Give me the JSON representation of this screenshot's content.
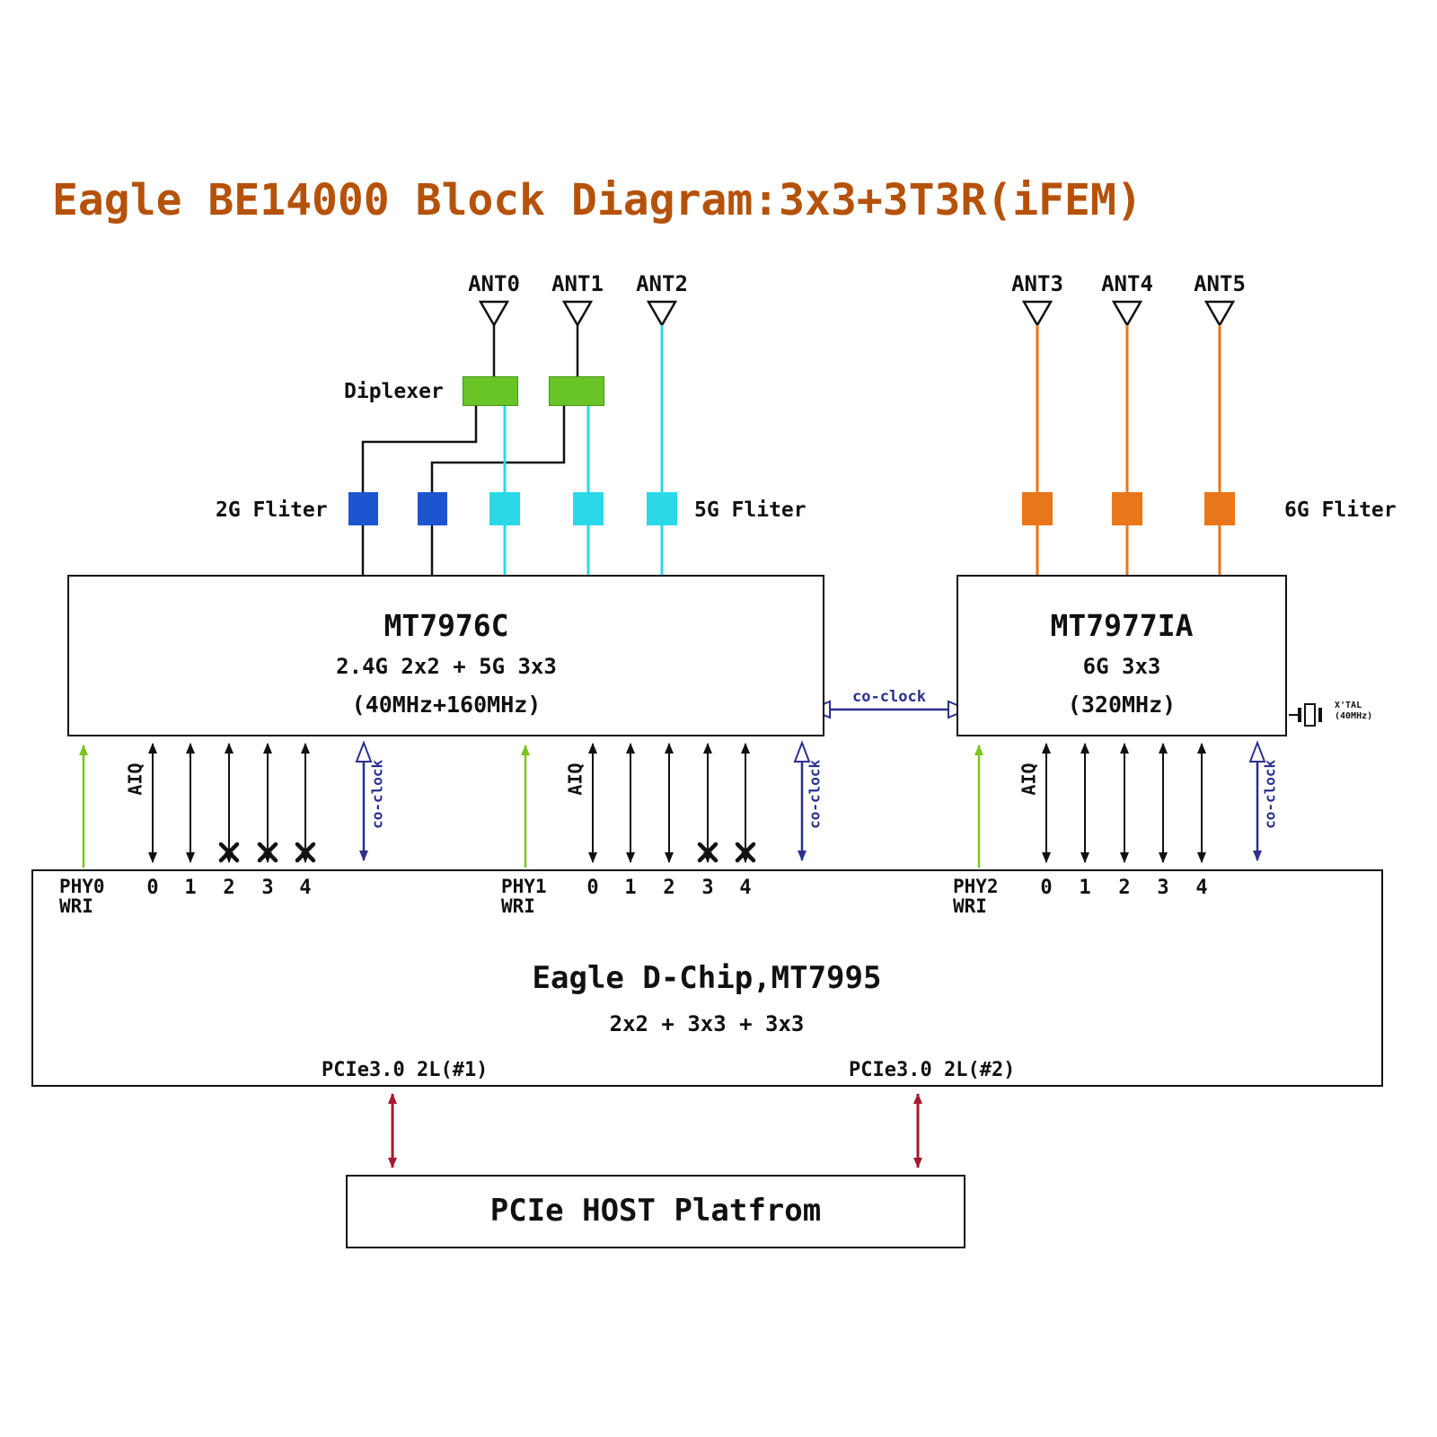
{
  "title": "Eagle BE14000 Block Diagram:3x3+3T3R(iFEM)",
  "antennas": [
    {
      "label": "ANT0"
    },
    {
      "label": "ANT1"
    },
    {
      "label": "ANT2"
    },
    {
      "label": "ANT3"
    },
    {
      "label": "ANT4"
    },
    {
      "label": "ANT5"
    }
  ],
  "front_end": {
    "diplexer_label": "Diplexer",
    "filter_2g_label": "2G Fliter",
    "filter_5g_label": "5G Fliter",
    "filter_6g_label": "6G Fliter"
  },
  "chips": {
    "mt7976c": {
      "name": "MT7976C",
      "spec": "2.4G 2x2 + 5G 3x3",
      "bandwidth": "(40MHz+160MHz)"
    },
    "mt7977ia": {
      "name": "MT7977IA",
      "spec": "6G 3x3",
      "bandwidth": "(320MHz)"
    },
    "dchip": {
      "name": "Eagle D-Chip,MT7995",
      "spec": "2x2 + 3x3 + 3x3"
    },
    "host": {
      "name": "PCIe HOST Platfrom"
    }
  },
  "signals": {
    "co_clock": "co-clock",
    "aiq": "AIQ",
    "xtal": "X'TAL",
    "xtal_freq": "(40MHz)"
  },
  "phy_groups": [
    {
      "name": "PHY0",
      "suffix": "WRI",
      "lanes": [
        "0",
        "1",
        "2",
        "3",
        "4"
      ]
    },
    {
      "name": "PHY1",
      "suffix": "WRI",
      "lanes": [
        "0",
        "1",
        "2",
        "3",
        "4"
      ]
    },
    {
      "name": "PHY2",
      "suffix": "WRI",
      "lanes": [
        "0",
        "1",
        "2",
        "3",
        "4"
      ]
    }
  ],
  "pcie": {
    "link1": "PCIe3.0 2L(#1)",
    "link2": "PCIe3.0 2L(#2)"
  },
  "colors": {
    "title": "#b5520a",
    "diplexer": "#68c427",
    "filter_2g": "#1d55d0",
    "filter_5g": "#2bd8e8",
    "filter_6g": "#e8761a",
    "phy_wri": "#7dc41f",
    "co_clock": "#2b2f8e",
    "pcie": "#a6192e"
  }
}
